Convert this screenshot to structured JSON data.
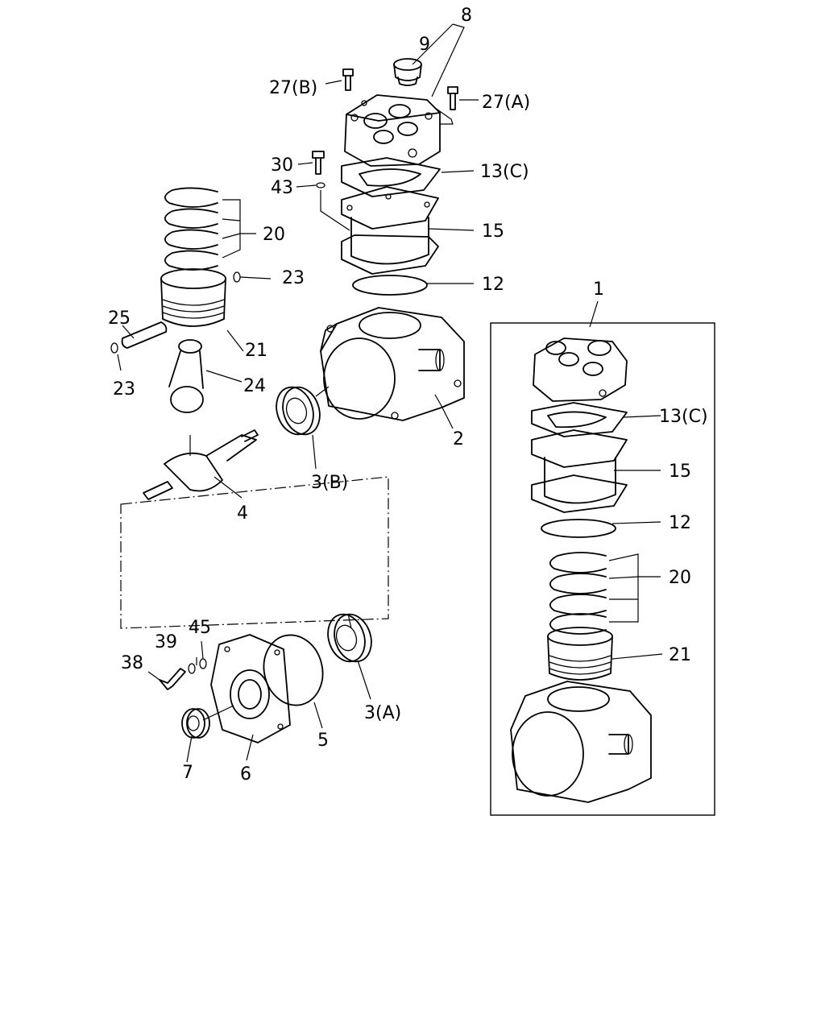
{
  "callouts": {
    "c8": "8",
    "c9": "9",
    "c27b": "27(B)",
    "c27a": "27(A)",
    "c30": "30",
    "c43": "43",
    "c13c": "13(C)",
    "c15": "15",
    "c12": "12",
    "c20": "20",
    "c23a": "23",
    "c25": "25",
    "c21": "21",
    "c23b": "23",
    "c24": "24",
    "c2": "2",
    "c3b": "3(B)",
    "c4": "4",
    "c1": "1",
    "c13c_inset": "13(C)",
    "c15_inset": "15",
    "c12_inset": "12",
    "c20_inset": "20",
    "c21_inset": "21",
    "c39": "39",
    "c45": "45",
    "c38": "38",
    "c3a": "3(A)",
    "c5": "5",
    "c7": "7",
    "c6": "6"
  }
}
